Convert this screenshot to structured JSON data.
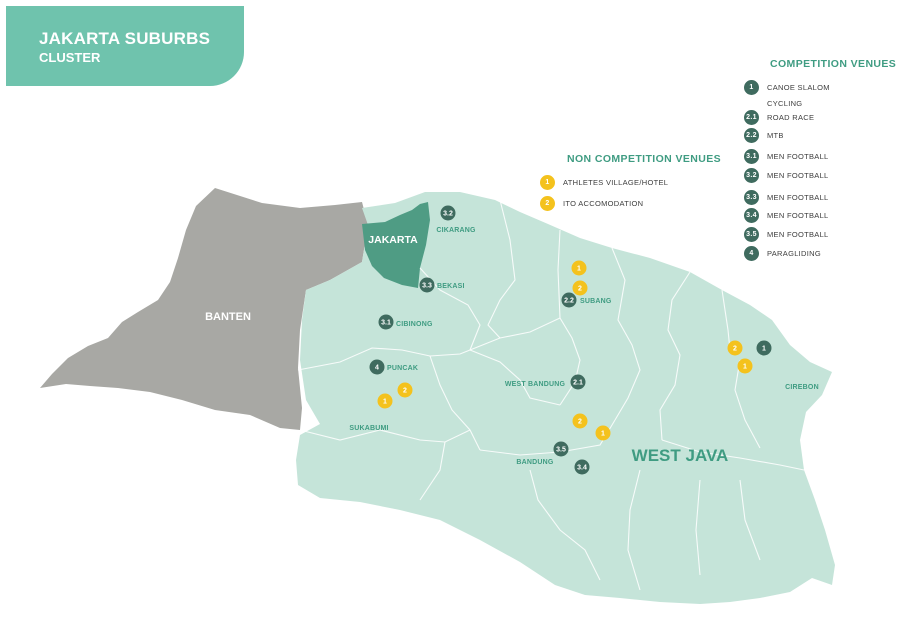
{
  "title": {
    "line1": "JAKARTA SUBURBS",
    "line2": "CLUSTER"
  },
  "colors": {
    "west_java": "#c5e4d9",
    "banten": "#a8a8a4",
    "jakarta": "#4f9c84",
    "venue_marker": "#3f6b5f",
    "non_venue_marker": "#f4c21d",
    "region_label": "#3f9c82"
  },
  "regions": {
    "banten": "BANTEN",
    "jakarta": "JAKARTA",
    "west_java": "WEST JAVA"
  },
  "place_labels": {
    "cikarang": "CIKARANG",
    "bekasi": "BEKASI",
    "cibinong": "CIBINONG",
    "puncak": "PUNCAK",
    "sukabumi": "SUKABUMI",
    "subang": "SUBANG",
    "west_bandung": "WEST BANDUNG",
    "bandung": "BANDUNG",
    "cirebon": "CIREBON"
  },
  "markers": {
    "cikarang": "3.2",
    "bekasi": "3.3",
    "cibinong": "3.1",
    "puncak": "4",
    "sukabumi_1": "1",
    "sukabumi_2": "2",
    "subang_y1": "1",
    "subang_y2": "2",
    "subang": "2.2",
    "west_bandung": "2.1",
    "bandung_y2": "2",
    "bandung_y1": "1",
    "bandung_35": "3.5",
    "bandung_34": "3.4",
    "cirebon_y2": "2",
    "cirebon_y1": "1",
    "cirebon_1": "1"
  },
  "non_competition_legend": {
    "title": "NON COMPETITION VENUES",
    "items": [
      {
        "badge": "1",
        "label": "ATHLETES VILLAGE/HOTEL"
      },
      {
        "badge": "2",
        "label": "ITO ACCOMODATION"
      }
    ]
  },
  "competition_legend": {
    "title": "COMPETITION VENUES",
    "items": [
      {
        "badge": "1",
        "label": "CANOE SLALOM"
      },
      {
        "badge": "2.1",
        "label": "ROAD RACE"
      },
      {
        "badge": "2.2",
        "label": "MTB"
      },
      {
        "badge": "3.1",
        "label": "MEN FOOTBALL"
      },
      {
        "badge": "3.2",
        "label": "MEN FOOTBALL"
      },
      {
        "badge": "3.3",
        "label": "MEN FOOTBALL"
      },
      {
        "badge": "3.4",
        "label": "MEN FOOTBALL"
      },
      {
        "badge": "3.5",
        "label": "MEN FOOTBALL"
      },
      {
        "badge": "4",
        "label": "PARAGLIDING"
      }
    ],
    "cycling_heading": "CYCLING"
  }
}
